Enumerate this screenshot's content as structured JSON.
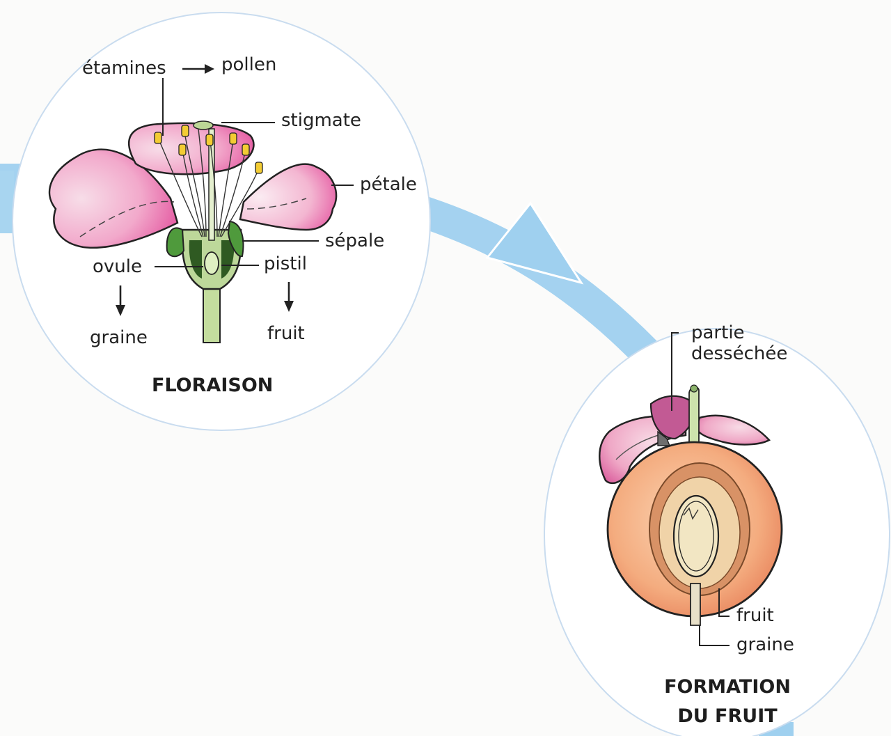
{
  "floraison": {
    "title": "FLORAISON",
    "labels": {
      "etamines": "étamines",
      "pollen": "pollen",
      "stigmate": "stigmate",
      "petale": "pétale",
      "sepale": "sépale",
      "ovule": "ovule",
      "pistil": "pistil",
      "graine": "graine",
      "fruit": "fruit"
    }
  },
  "formation": {
    "title_line1": "FORMATION",
    "title_line2": "DU FRUIT",
    "labels": {
      "partie_line1": "partie",
      "partie_line2": "desséchée",
      "fruit": "fruit",
      "graine": "graine"
    }
  },
  "colors": {
    "arc": "#9fd0ef",
    "petal_pink": "#e6539f",
    "petal_light": "#f6d6e4",
    "sepal_green": "#4e8f3d",
    "stem_green": "#bfd79a",
    "anther_yellow": "#f3cc33",
    "fruit_flesh": "#f5b48a",
    "seed_cream": "#f1e6c2"
  }
}
